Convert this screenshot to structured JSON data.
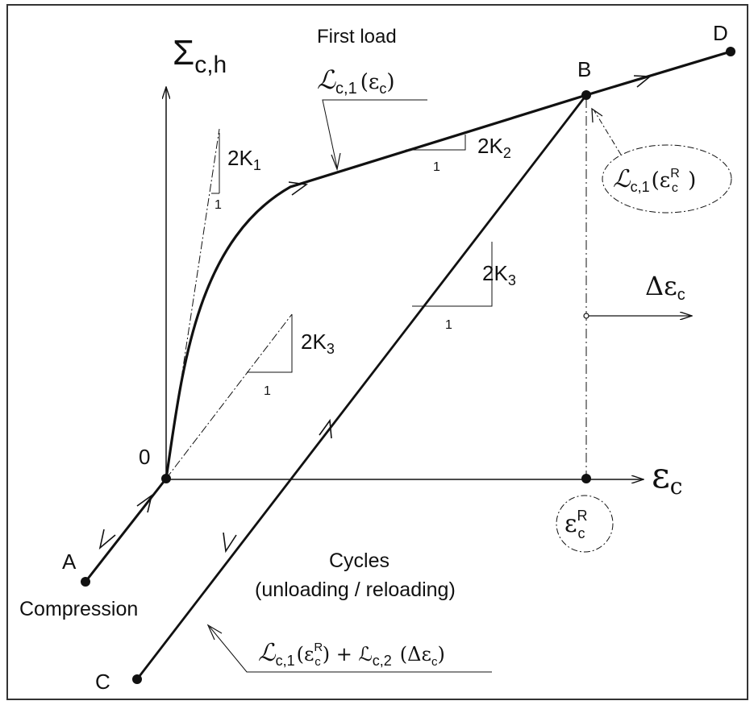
{
  "axes": {
    "y_symbol": "Σ",
    "y_subscript": "c,h",
    "x_symbol": "ε",
    "x_subscript": "c"
  },
  "points": {
    "origin": "0",
    "A": "A",
    "B": "B",
    "C": "C",
    "D": "D"
  },
  "labels": {
    "first_load": "First load",
    "first_load_func": "ℒ",
    "first_load_func_sub": "c,1",
    "first_load_func_arg": "(ε",
    "first_load_func_arg_sub": "c",
    "first_load_func_close": ")",
    "compression": "Compression",
    "cycles": "Cycles",
    "cycles_sub": "(unloading / reloading)",
    "cycles_func_a": "ℒ",
    "cycles_func_a_sub": "c,1",
    "cycles_func_a_arg": "(ε",
    "cycles_func_a_arg_sup": "R",
    "cycles_func_a_arg_sub": "c",
    "cycles_func_plus": ") + ℒ",
    "cycles_func_b_sub": "c,2",
    "cycles_func_b_arg": "(Δε",
    "cycles_func_b_arg_sub": "c",
    "cycles_func_b_close": ")",
    "b_func": "ℒ",
    "b_func_sub": "c,1",
    "b_func_arg": "(ε",
    "b_func_arg_sup": "R",
    "b_func_arg_sub": "c",
    "b_func_close": " )",
    "epsR": "ε",
    "epsR_sup": "R",
    "epsR_sub": "c",
    "delta_eps": "Δε",
    "delta_eps_sub": "c"
  },
  "slopes": {
    "k1": "2K",
    "k1_sub": "1",
    "k1_run": "1",
    "k2": "2K",
    "k2_sub": "2",
    "k2_run": "1",
    "k3_left": "2K",
    "k3_left_sub": "3",
    "k3_left_run": "1",
    "k3_right": "2K",
    "k3_right_sub": "3",
    "k3_right_run": "1"
  },
  "colors": {
    "line": "#111111",
    "frame": "#333333"
  }
}
